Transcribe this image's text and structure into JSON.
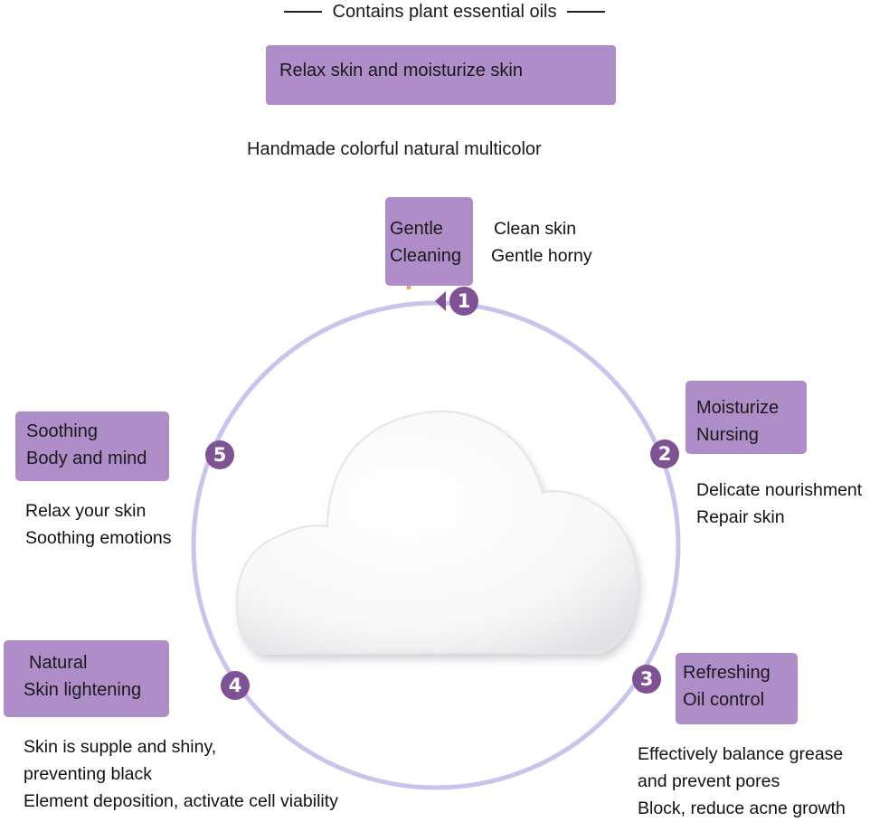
{
  "heading": "Contains plant essential oils",
  "banner": "Relax skin and moisturize skin",
  "subtitle": "Handmade colorful natural multicolor",
  "colors": {
    "accent": "#ae8dc8",
    "badge": "#7e5294",
    "ring": "#c8c4ee"
  },
  "steps": [
    {
      "number": "1",
      "tag": [
        "Gentle",
        "Cleaning"
      ],
      "desc": [
        "Clean skin",
        "Gentle horny"
      ]
    },
    {
      "number": "2",
      "tag": [
        "Moisturize",
        "Nursing"
      ],
      "desc": [
        "Delicate nourishment",
        "Repair skin"
      ]
    },
    {
      "number": "3",
      "tag": [
        "Refreshing",
        "Oil control"
      ],
      "desc": [
        "Effectively balance grease",
        "and prevent pores",
        "Block, reduce acne growth"
      ]
    },
    {
      "number": "4",
      "tag": [
        "Natural",
        "Skin lightening"
      ],
      "desc": [
        "Skin is supple and shiny,",
        "preventing black",
        "Element deposition, activate cell viability"
      ]
    },
    {
      "number": "5",
      "tag": [
        "Soothing",
        "Body and mind"
      ],
      "desc": [
        "Relax your skin",
        "Soothing emotions"
      ]
    }
  ]
}
